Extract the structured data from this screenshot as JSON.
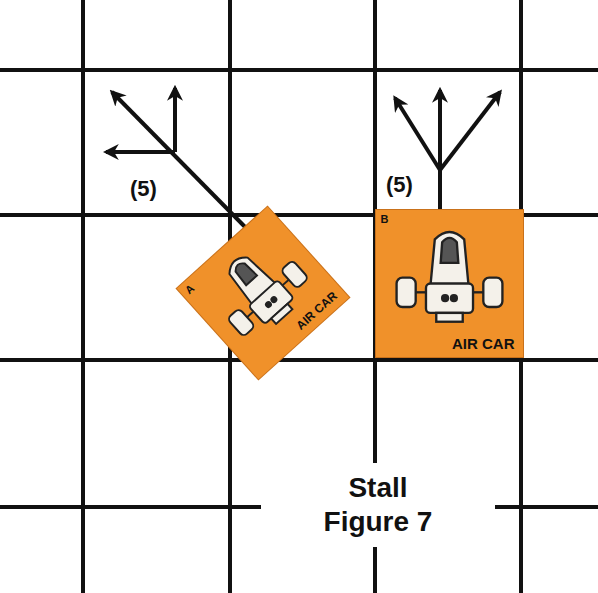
{
  "diagram": {
    "caption": "Stall Figure 7",
    "nodes": [
      {
        "text": [
          "A",
          "AIR CAR"
        ]
      },
      {
        "text": [
          "B",
          "AIR CAR"
        ]
      }
    ],
    "labels": [
      "(5)",
      "(5)"
    ]
  }
}
